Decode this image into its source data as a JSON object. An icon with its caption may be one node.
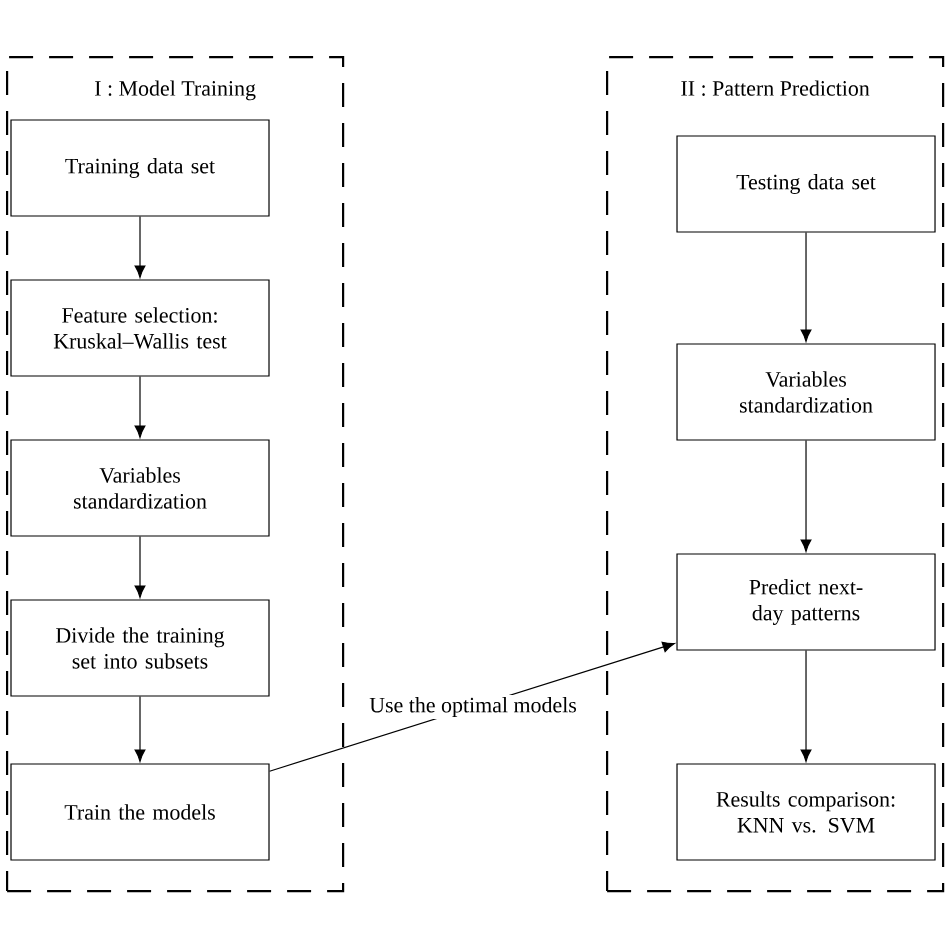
{
  "diagram": {
    "nodes": [
      {
        "text": [
          "I : Model Training"
        ]
      },
      {
        "text": [
          "Training data set"
        ],
        "in": 0
      },
      {
        "text": [
          "Feature selection: Kruskal–Wallis test"
        ],
        "in": 0
      },
      {
        "text": [
          "Variables standardization"
        ],
        "in": 0
      },
      {
        "text": [
          "Divide the training set into subsets"
        ],
        "in": 0
      },
      {
        "text": [
          "Train the models"
        ],
        "in": 0
      },
      {
        "text": [
          "II : Pattern Prediction"
        ]
      },
      {
        "text": [
          "Testing data set"
        ],
        "in": 6
      },
      {
        "text": [
          "Variables standardization"
        ],
        "in": 6
      },
      {
        "text": [
          "Predict next-day patterns"
        ],
        "in": 6
      },
      {
        "text": [
          "Results comparison: KNN vs. SVM"
        ],
        "in": 6
      }
    ],
    "edges": [
      {
        "from": 1,
        "to": 2,
        "arrow": "to"
      },
      {
        "from": 2,
        "to": 3,
        "arrow": "to"
      },
      {
        "from": 3,
        "to": 4,
        "arrow": "to"
      },
      {
        "from": 4,
        "to": 5,
        "arrow": "to"
      },
      {
        "from": 7,
        "to": 8,
        "arrow": "to"
      },
      {
        "from": 8,
        "to": 9,
        "arrow": "to"
      },
      {
        "from": 9,
        "to": 10,
        "arrow": "to"
      },
      {
        "from": 5,
        "to": 9,
        "arrow": "to",
        "label": "Use the optimal models"
      }
    ]
  }
}
